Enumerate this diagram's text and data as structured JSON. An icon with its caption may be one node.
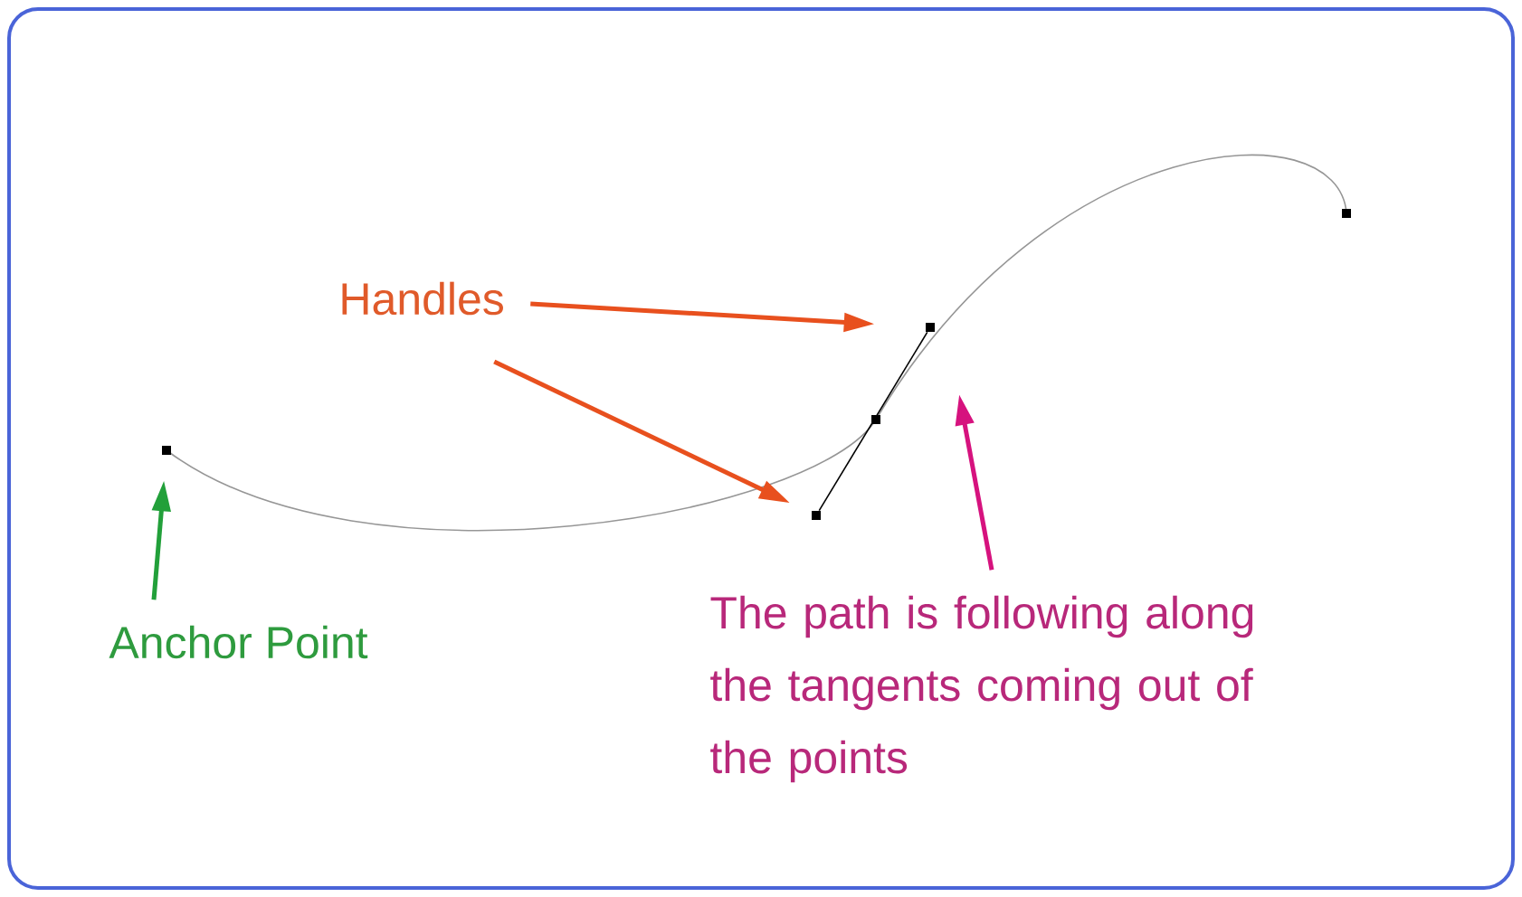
{
  "diagram": {
    "nodes": [
      {
        "text": [
          "Anchor Point"
        ]
      },
      {
        "text": [],
        "shape": "box"
      },
      {
        "text": [
          "Handles"
        ]
      },
      {
        "text": [],
        "shape": "box"
      },
      {
        "text": [],
        "shape": "box"
      },
      {
        "text": [
          "The path is following along the tangents coming out of the points"
        ]
      }
    ],
    "edges": [
      {
        "from": 0,
        "to": 1,
        "arrow": "to",
        "color": "#22a03a"
      },
      {
        "from": 2,
        "to": 3,
        "arrow": "to",
        "color": "#e8501e"
      },
      {
        "from": 2,
        "to": 4,
        "arrow": "to",
        "color": "#e8501e"
      },
      {
        "from": 5,
        "to": null,
        "arrow": "to",
        "color": "#d6127e"
      },
      {
        "from": 3,
        "to": 4,
        "arrow": "none",
        "color": "#000000"
      }
    ]
  }
}
